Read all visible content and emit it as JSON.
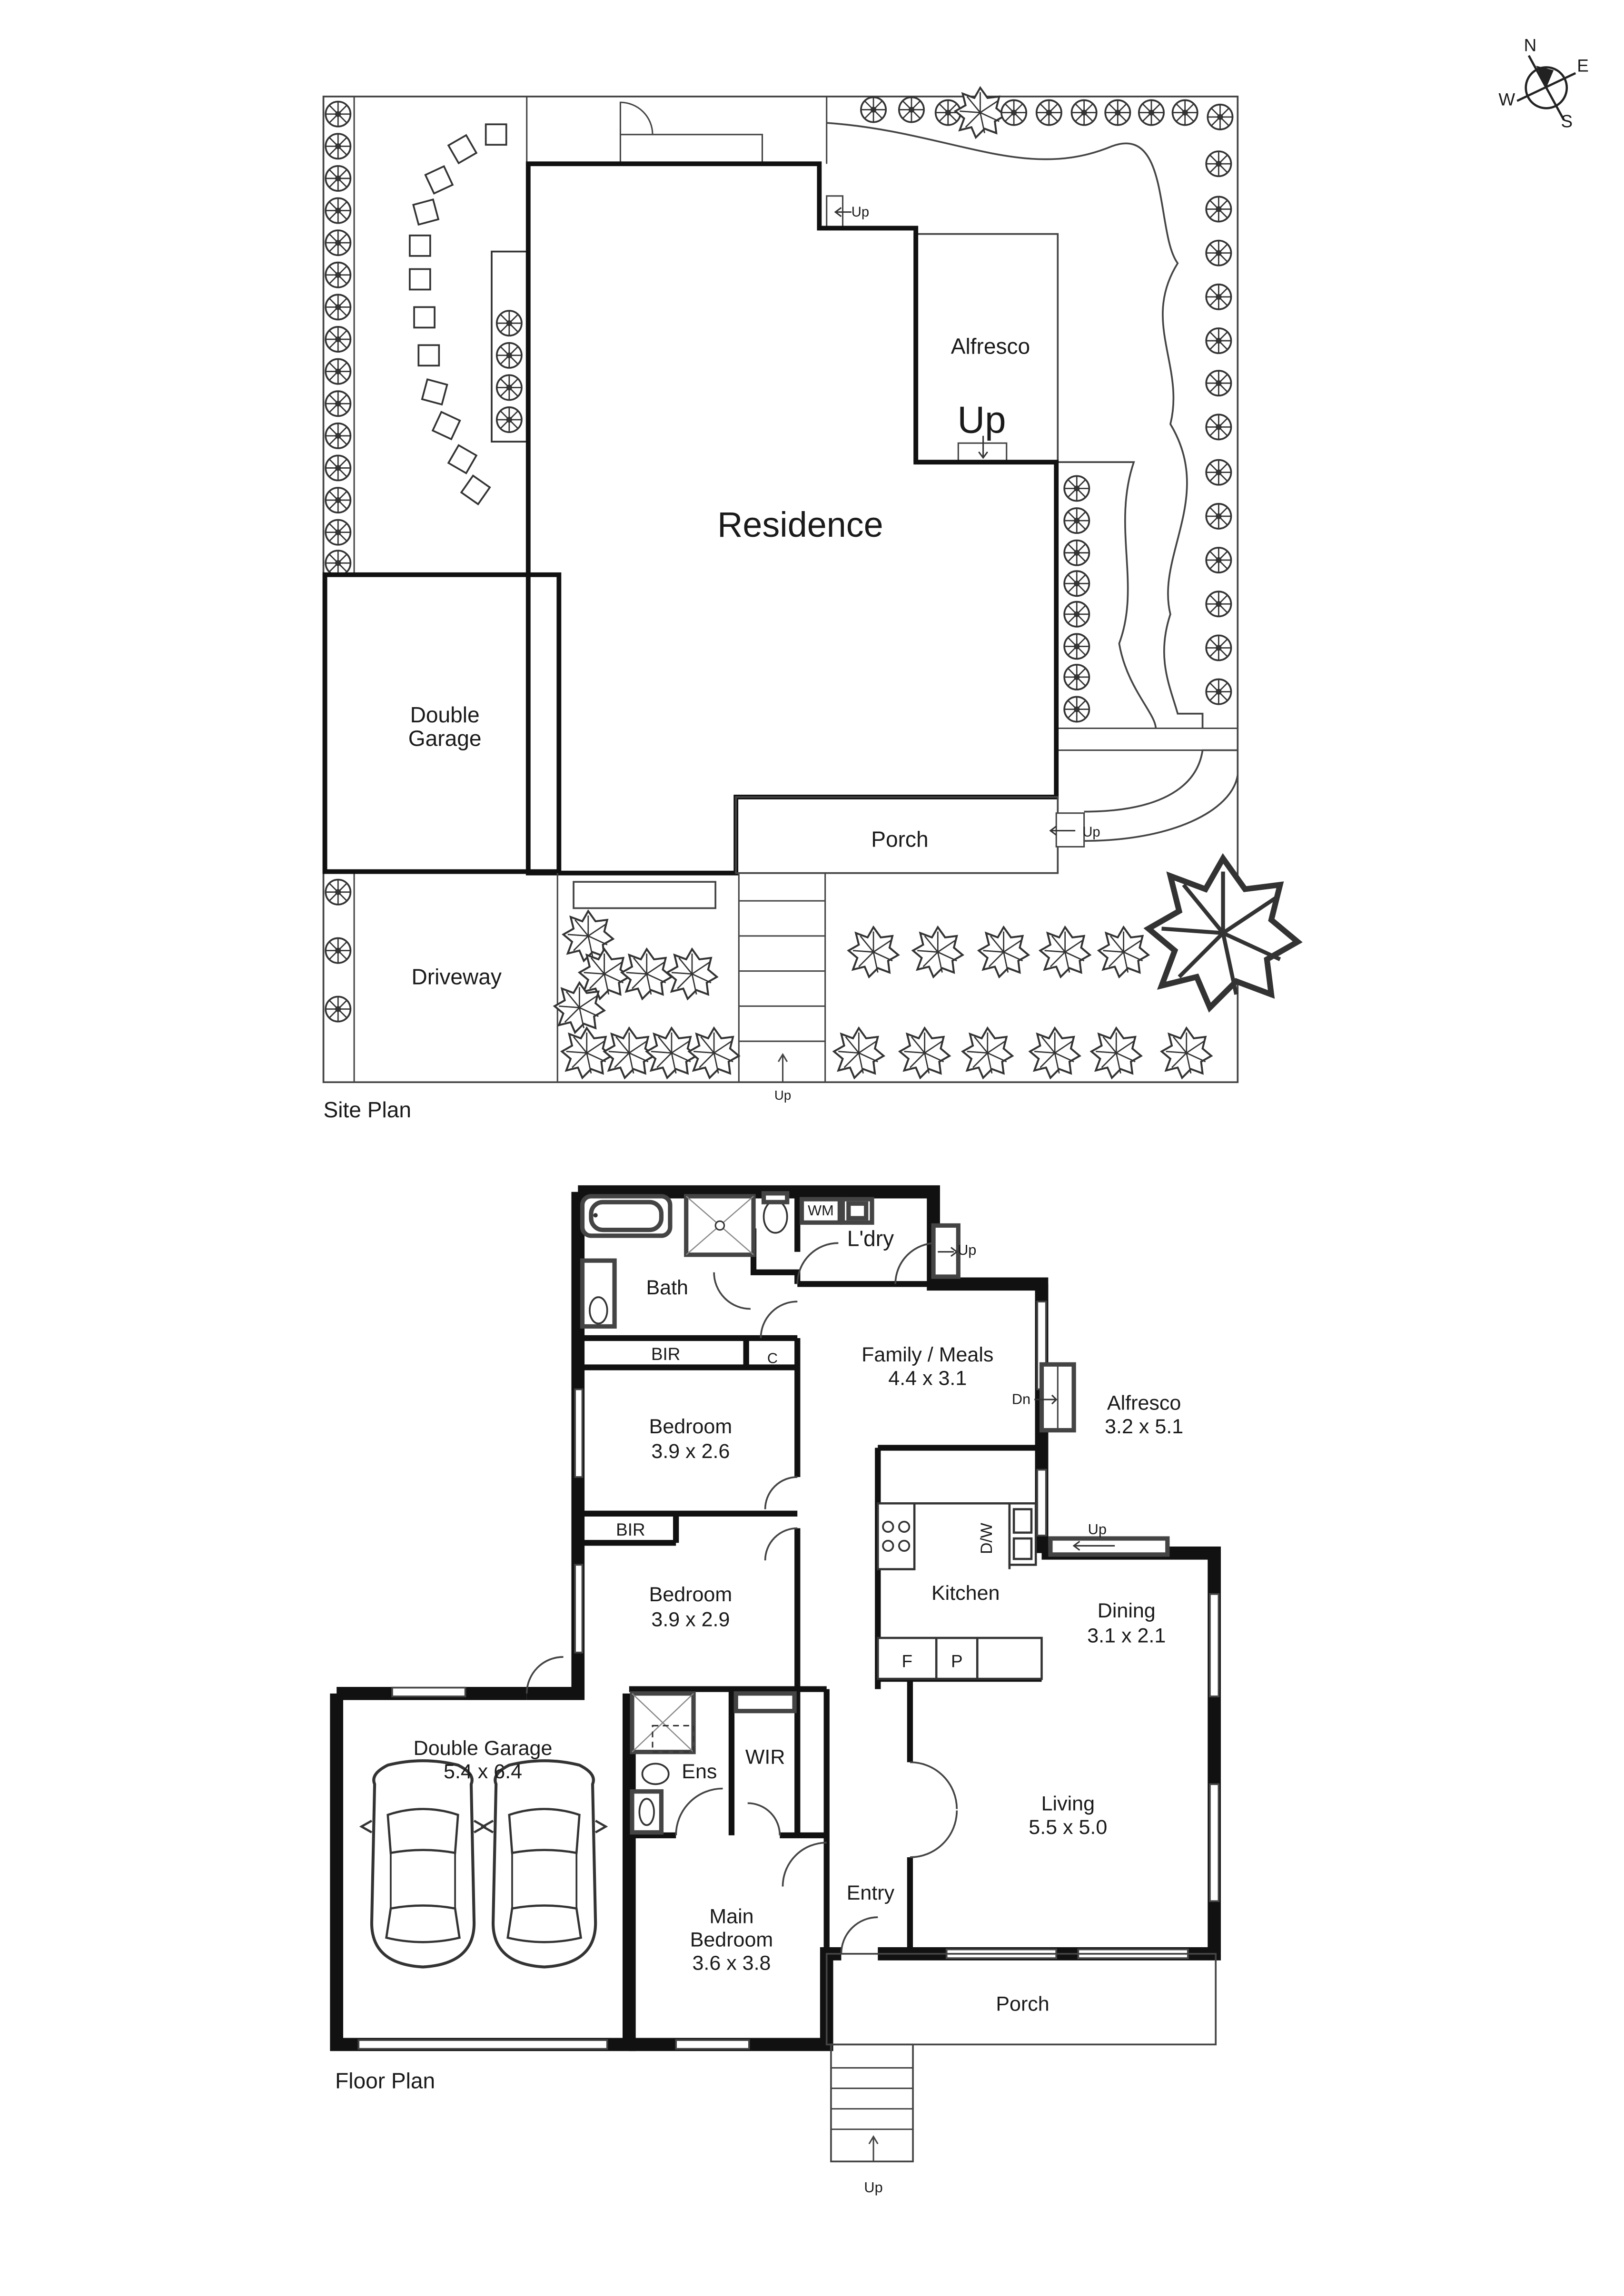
{
  "compass": {
    "n": "N",
    "e": "E",
    "s": "S",
    "w": "W"
  },
  "site_plan": {
    "caption": "Site Plan",
    "labels": {
      "residence": "Residence",
      "alfresco": "Alfresco",
      "garage_line1": "Double",
      "garage_line2": "Garage",
      "porch": "Porch",
      "driveway": "Driveway",
      "up": "Up"
    }
  },
  "floor_plan": {
    "caption": "Floor Plan",
    "rooms": {
      "bath": "Bath",
      "bir": "BIR",
      "c": "C",
      "wm": "WM",
      "laundry": "L'dry",
      "family_name": "Family / Meals",
      "family_size": "4.4 x 3.1",
      "alfresco_name": "Alfresco",
      "alfresco_size": "3.2 x 5.1",
      "bedroom_name": "Bedroom",
      "bedroom1_size": "3.9 x 2.6",
      "bedroom2_size": "3.9 x 2.9",
      "kitchen": "Kitchen",
      "dw": "D/W",
      "dining_name": "Dining",
      "dining_size": "3.1 x 2.1",
      "f": "F",
      "p": "P",
      "garage_name": "Double Garage",
      "garage_size": "5.4 x 6.4",
      "ens": "Ens",
      "wir": "WIR",
      "living_name": "Living",
      "living_size": "5.5 x 5.0",
      "entry": "Entry",
      "main_line1": "Main",
      "main_line2": "Bedroom",
      "main_size": "3.6 x 3.8",
      "porch": "Porch",
      "up": "Up",
      "dn": "Dn"
    }
  }
}
